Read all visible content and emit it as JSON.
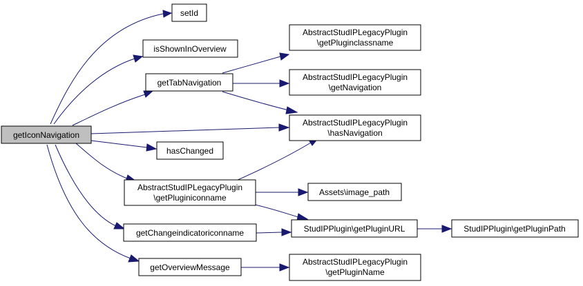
{
  "nodes": {
    "root": "getIconNavigation",
    "setId": "setId",
    "isShown": "isShownInOverview",
    "getTabNav": "getTabNavigation",
    "hasChanged": "hasChanged",
    "getPluginIcon": [
      "AbstractStudIPLegacyPlugin",
      "\\getPluginiconname"
    ],
    "getChangeIndicator": "getChangeindicatoriconname",
    "getOverviewMsg": "getOverviewMessage",
    "getPluginClassname": [
      "AbstractStudIPLegacyPlugin",
      "\\getPluginclassname"
    ],
    "getNavigation": [
      "AbstractStudIPLegacyPlugin",
      "\\getNavigation"
    ],
    "hasNavigation": [
      "AbstractStudIPLegacyPlugin",
      "\\hasNavigation"
    ],
    "imagePath": "Assets\\image_path",
    "getPluginURL": "StudIPPlugin\\getPluginURL",
    "getPluginName": [
      "AbstractStudIPLegacyPlugin",
      "\\getPluginName"
    ],
    "getPluginPath": "StudIPPlugin\\getPluginPath"
  },
  "colors": {
    "edge": "#191970",
    "root_fill": "#bfbfbf",
    "node_fill": "#ffffff",
    "node_stroke": "#000000"
  }
}
